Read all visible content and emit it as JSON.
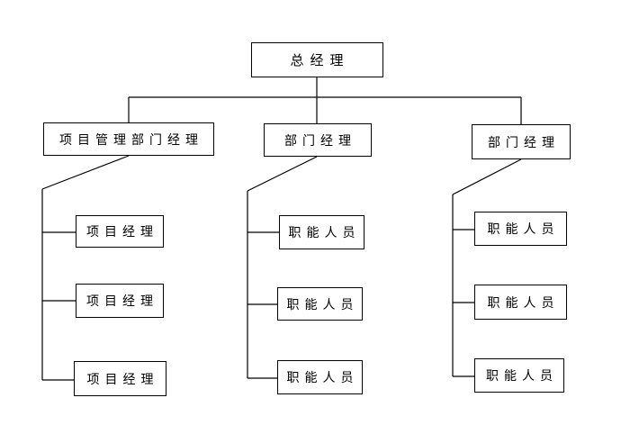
{
  "root": {
    "label": "总经理"
  },
  "managers": [
    {
      "label": "项目管理部门经理",
      "staff": [
        "项目经理",
        "项目经理",
        "项目经理"
      ]
    },
    {
      "label": "部门经理",
      "staff": [
        "职能人员",
        "职能人员",
        "职能人员"
      ]
    },
    {
      "label": "部门经理",
      "staff": [
        "职能人员",
        "职能人员",
        "职能人员"
      ]
    }
  ],
  "colors": {
    "line": "#000000",
    "box_border": "#000000",
    "background": "#ffffff"
  }
}
